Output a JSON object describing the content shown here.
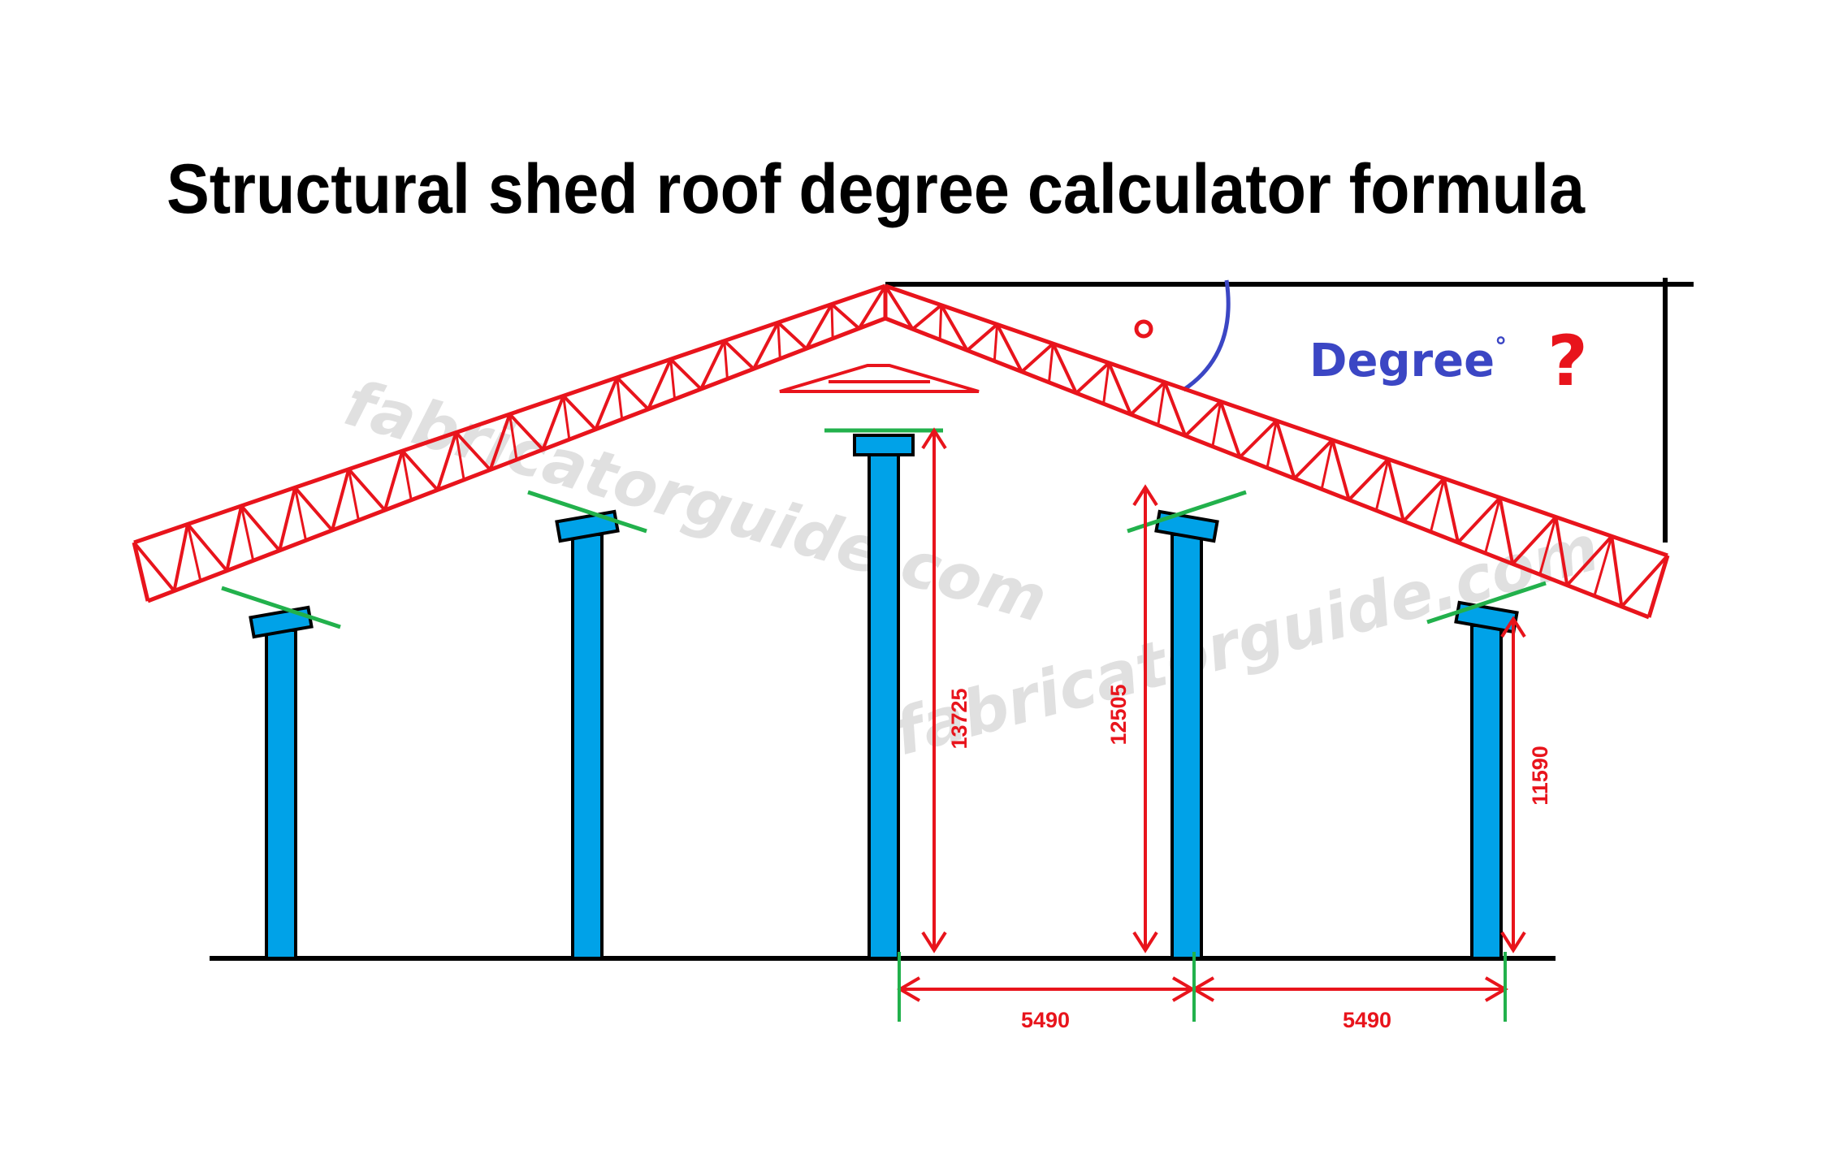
{
  "title": "Structural shed roof degree calculator formula",
  "degree_label": "Degree",
  "degree_symbol": "°",
  "question_mark": "?",
  "angle_marker": "°",
  "dimensions": {
    "height_center": "13725",
    "height_mid": "12505",
    "height_eave": "11590",
    "span_1": "5490",
    "span_2": "5490"
  },
  "watermark": {
    "text_1": "fabricatorguide.com",
    "text_2": "fabricatorguide.com"
  },
  "colors": {
    "truss": "#e8141c",
    "column": "#00a2e8",
    "cap": "#22b14c",
    "dimension": "#e8141c",
    "degree_label": "#3b46c4",
    "line": "#000000"
  }
}
